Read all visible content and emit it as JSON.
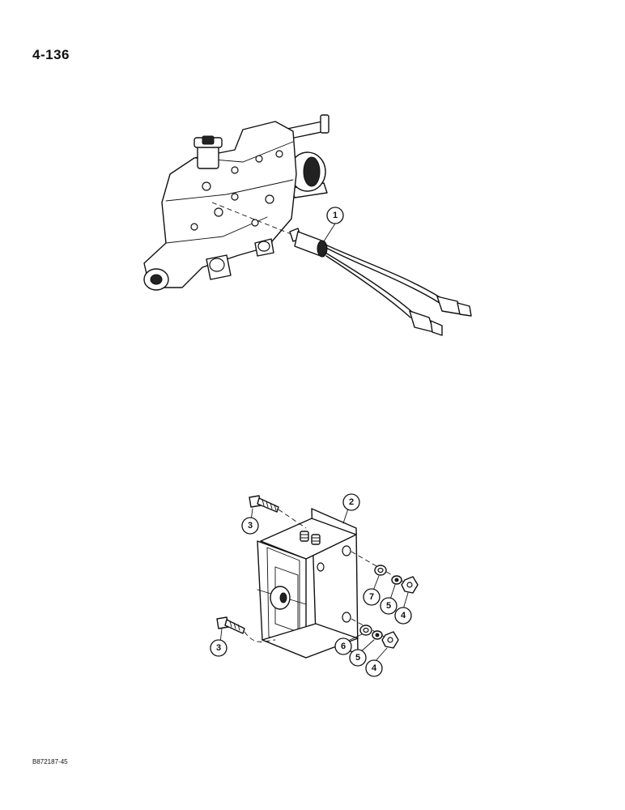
{
  "page": {
    "number": "4-136",
    "figure_code": "B872187-45"
  },
  "callouts": {
    "switch": "1",
    "bracket": "2",
    "bolt_upper": "3",
    "bolt_lower": "3",
    "nut_upper": "4",
    "nut_lower": "4",
    "washer_upper": "5",
    "washer_lower": "5",
    "lock_washer": "6",
    "flat_washer": "7"
  }
}
